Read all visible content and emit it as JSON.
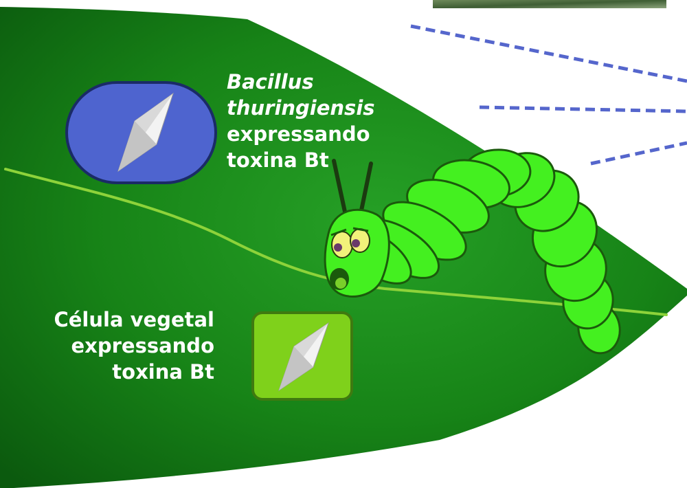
{
  "labels": {
    "bacillus": {
      "line1": "Bacillus",
      "line2": "thuringiensis",
      "line3": "expressando",
      "line4": "toxina Bt"
    },
    "plant_cell": {
      "line1": "Célula vegetal",
      "line2": "expressando",
      "line3": "toxina Bt"
    }
  },
  "colors": {
    "leaf_dark": "#0e5a12",
    "leaf_mid": "#1f8a1f",
    "leaf_vein": "#8dd33a",
    "bacillus_fill": "#4e64cf",
    "bacillus_border": "#1a2b66",
    "plant_cell_fill": "#7fd11b",
    "plant_cell_border": "#3f7a10",
    "caterpillar_body": "#44f020",
    "caterpillar_outline": "#1b5a0c",
    "dashes": "#5566cc",
    "crystal": "#f2f2f2"
  },
  "icons": [
    "bt-crystal-icon",
    "caterpillar-icon",
    "leaf-photo-thumbnail"
  ]
}
